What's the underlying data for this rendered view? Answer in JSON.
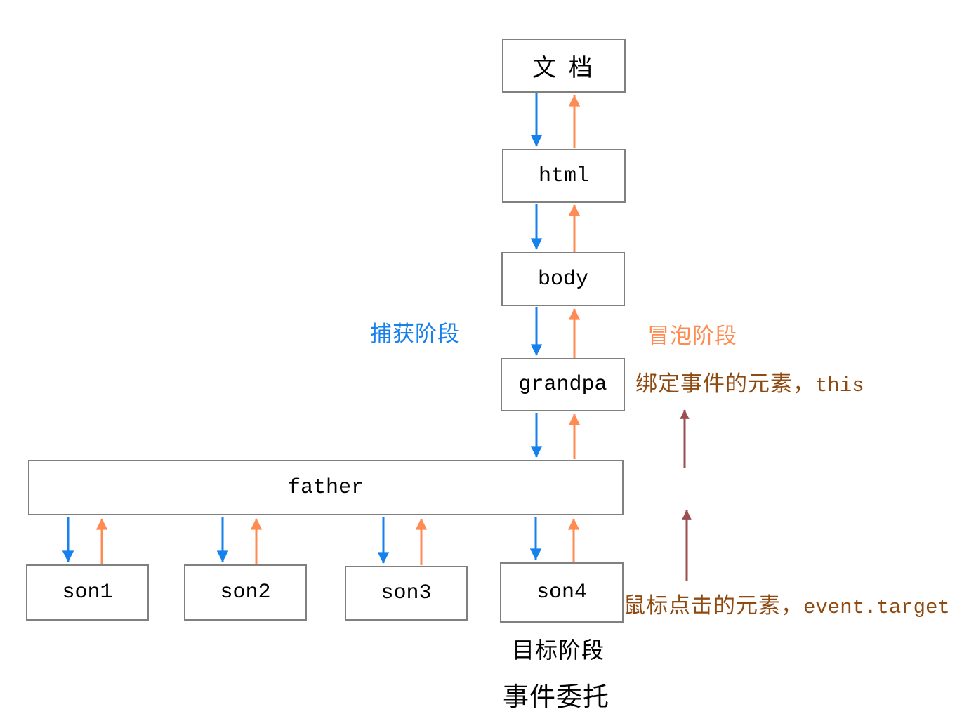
{
  "diagram": {
    "title": "事件委托",
    "labels": {
      "capture_phase": "捕获阶段",
      "bubble_phase": "冒泡阶段",
      "target_phase": "目标阶段",
      "bound_element_note": "绑定事件的元素，",
      "bound_element_code": "this",
      "clicked_element_note": "鼠标点击的元素，",
      "clicked_element_code": "event.target"
    },
    "nodes": {
      "doc": "文 档",
      "html": "html",
      "body": "body",
      "grandpa": "grandpa",
      "father": "father",
      "son1": "son1",
      "son2": "son2",
      "son3": "son3",
      "son4": "son4"
    },
    "colors": {
      "capture_blue": "#1681ec",
      "bubble_orange": "#ff8b52",
      "note_brown": "#8e4a10",
      "pointer_maroon": "#9b4f51",
      "box_border_gray": "#808080",
      "text_black": "#000000"
    }
  }
}
